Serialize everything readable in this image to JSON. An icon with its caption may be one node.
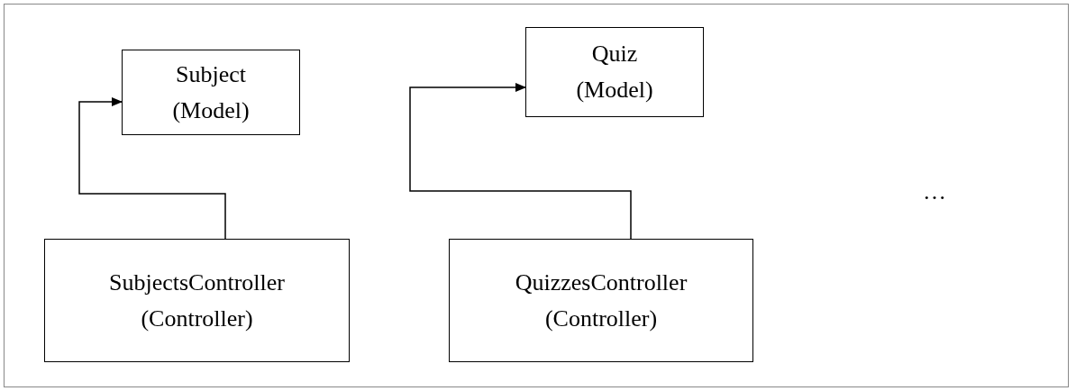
{
  "diagram": {
    "nodes": [
      {
        "text": [
          "Subject",
          "(Model)"
        ]
      },
      {
        "text": [
          "Quiz",
          "(Model)"
        ]
      },
      {
        "text": [
          "SubjectsController",
          "(Controller)"
        ]
      },
      {
        "text": [
          "QuizzesController",
          "(Controller)"
        ]
      }
    ],
    "edges": [
      {
        "from": 2,
        "to": 0,
        "arrow": "to"
      },
      {
        "from": 3,
        "to": 1,
        "arrow": "to"
      }
    ],
    "labels": [
      "…"
    ]
  }
}
